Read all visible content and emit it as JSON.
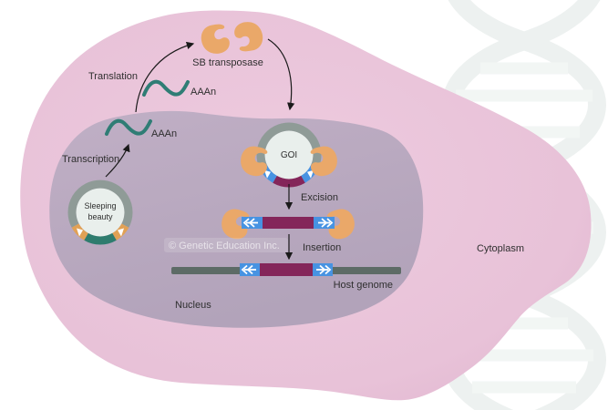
{
  "diagram": {
    "labels": {
      "translation": "Translation",
      "sb_transposase": "SB transposase",
      "mrna_tail_cytoplasm": "AAAn",
      "mrna_tail_nucleus": "AAAn",
      "transcription": "Transcription",
      "plasmid_name_line1": "Sleeping",
      "plasmid_name_line2": "beauty",
      "goi": "GOI",
      "excision": "Excision",
      "insertion": "Insertion",
      "host_genome": "Host genome",
      "nucleus": "Nucleus",
      "cytoplasm": "Cytoplasm",
      "watermark": "© Genetic Education Inc."
    },
    "colors": {
      "background": "#ffffff",
      "cytoplasm_pink": "#e8c2d8",
      "cytoplasm_pink_light": "#eecbdf",
      "nucleus_mauve": "#bbaac1",
      "nucleus_mauve_dark": "#b2a3ba",
      "mrna_teal": "#2f7d75",
      "transposase_orange": "#eaa869",
      "plasmid_ring_gray": "#8f9b97",
      "plasmid_ring_teal": "#2e7c6e",
      "plasmid_ring_orange": "#e1a155",
      "plasmid_inner_fill": "#e9efec",
      "transposon_maroon": "#84265a",
      "inverted_repeat_blue": "#4793e2",
      "host_genome_gray": "#5d6b66",
      "arrow_black": "#1a1a1a",
      "label_text": "#2f2f2f",
      "dna_watermark": "#edf1f0",
      "dna_watermark_rung": "#f2f6f4"
    }
  }
}
